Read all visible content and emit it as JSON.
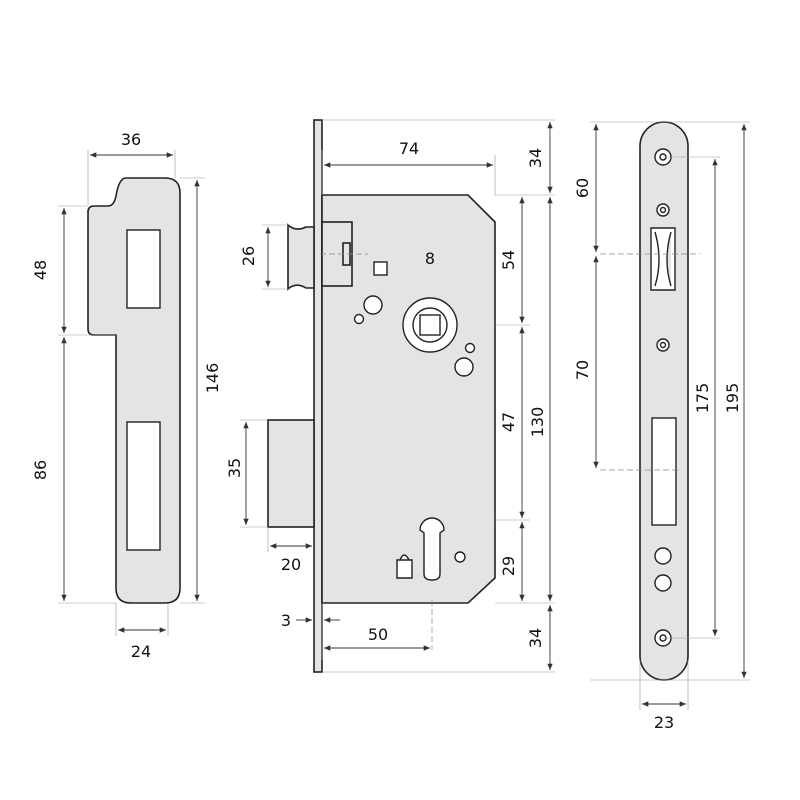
{
  "title": "Mortise lock dimension drawing",
  "strike_plate": {
    "width_top": "36",
    "tab_height": "48",
    "total_height": "146",
    "lower_height": "86",
    "width_bottom": "24"
  },
  "lock_body": {
    "body_width": "74",
    "top_offset": "34",
    "latch_height": "26",
    "follower_size": "8",
    "follower_to_top": "54",
    "body_height": "130",
    "follower_to_cyl": "47",
    "bolt_height": "35",
    "bolt_throw": "20",
    "cyl_to_bottom": "29",
    "faceplate_thickness": "3",
    "backset": "50",
    "bottom_offset": "34"
  },
  "faceplate": {
    "top_to_latch": "60",
    "latch_to_bolt": "70",
    "hole_spacing": "175",
    "length": "195",
    "width": "23"
  }
}
